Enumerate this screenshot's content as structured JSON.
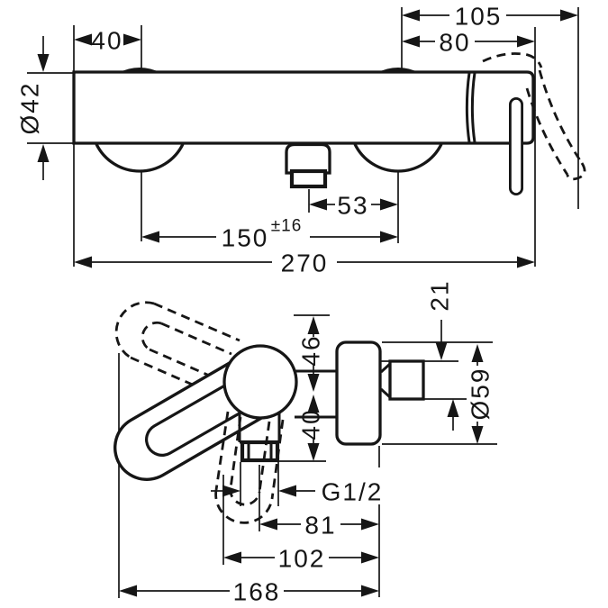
{
  "front_view": {
    "dim_top_outer": "105",
    "dim_top_inner": "80",
    "dim_left_offset": "40",
    "dim_body_diameter": "Ø42",
    "dim_spout_offset": "53",
    "dim_centers": "150",
    "dim_centers_tolerance": "±16",
    "dim_total_width": "270"
  },
  "side_view": {
    "dim_nipple_thread_height": "21",
    "dim_above_center": "46",
    "dim_below_center": "40",
    "dim_escutcheon_diameter": "Ø59",
    "dim_thread": "G1/2",
    "dim_spout_to_wall": "81",
    "dim_mid_depth": "102",
    "dim_total_depth": "168"
  }
}
